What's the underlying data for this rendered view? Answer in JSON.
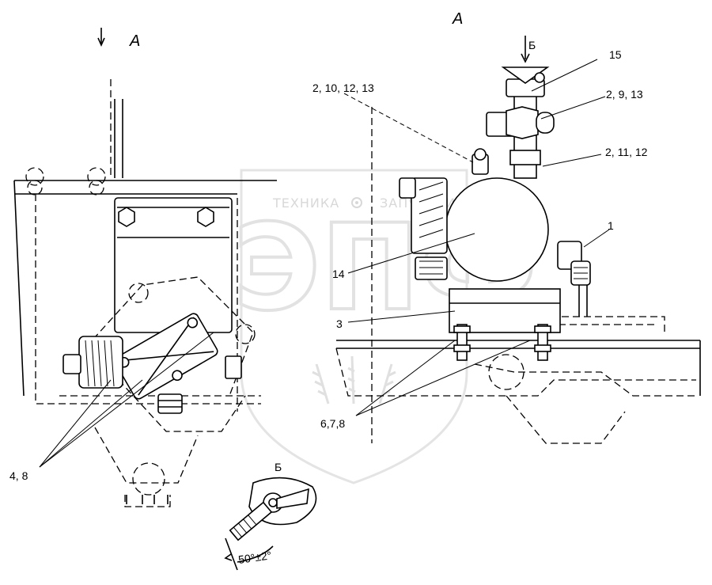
{
  "view_labels": {
    "view_a_left": "А",
    "view_a_right": "А",
    "view_b_top": "Б",
    "view_b_detail": "Б"
  },
  "callouts": {
    "c15": "15",
    "c2_10_12_13": "2, 10, 12, 13",
    "c2_9_13": "2, 9, 13",
    "c2_11_12": "2, 11, 12",
    "c1": "1",
    "c14": "14",
    "c3": "3",
    "c6_7_8": "6,7,8",
    "c4_8": "4, 8"
  },
  "angle_annotation": "50°±2°",
  "watermark": {
    "left_text": "ТЕХНИКА",
    "right_text": "ЗАПЧАСТИ",
    "logo_letters": "ЭПФ",
    "gear_icon": "gear-icon"
  }
}
